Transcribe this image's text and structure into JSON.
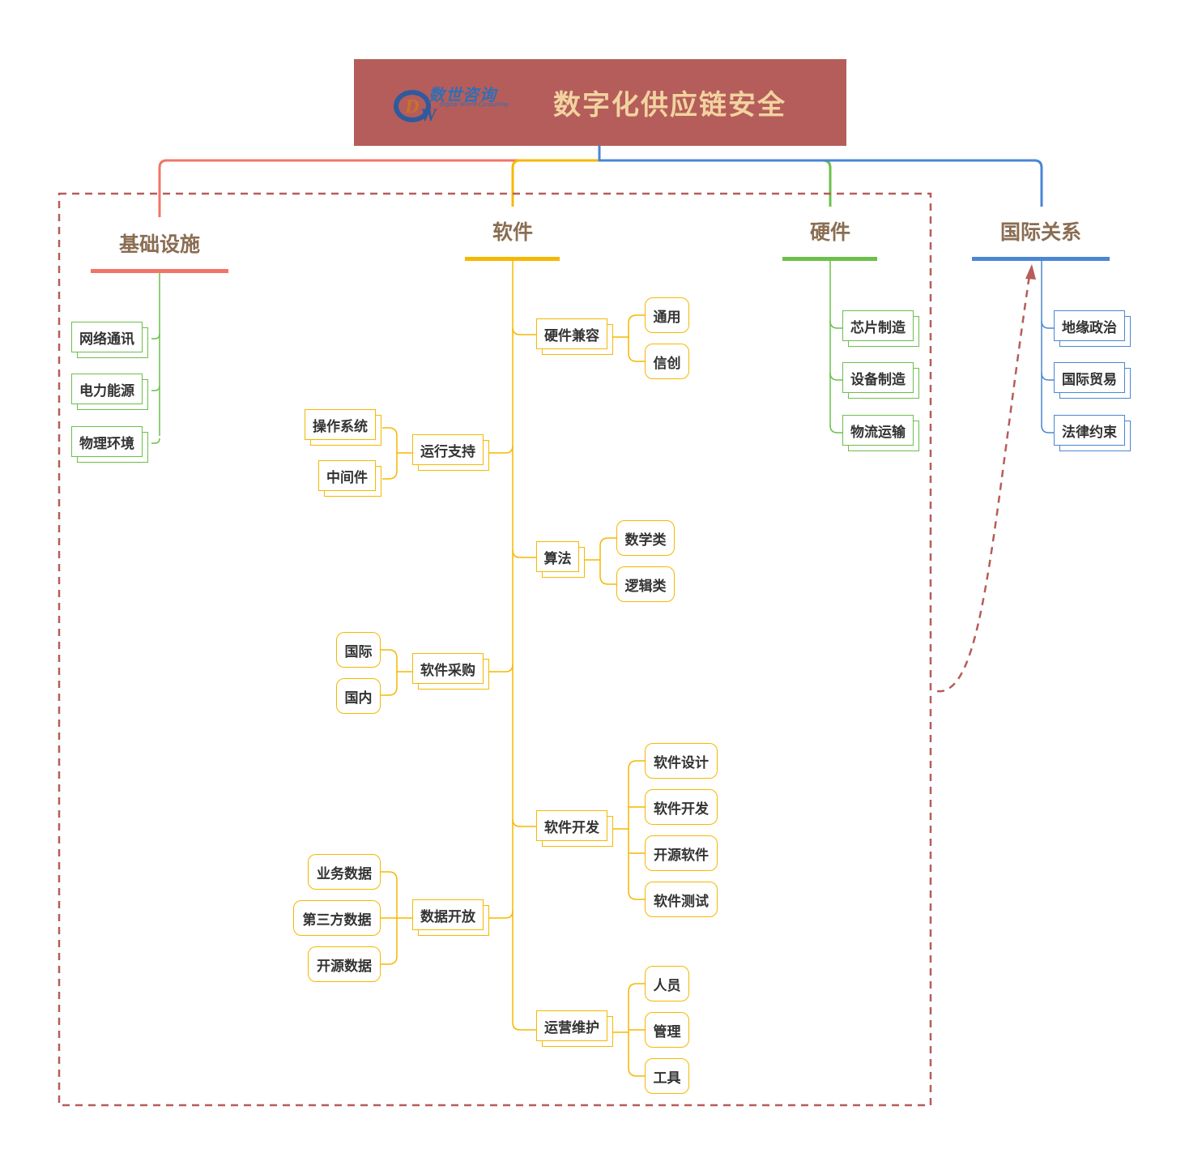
{
  "root": {
    "title": "数字化供应链安全"
  },
  "logo": {
    "name_cn": "数世咨询",
    "name_en": "Digital World Consulting"
  },
  "colors": {
    "root_bg": "#b55d5a",
    "root_text": "#f2d3a0",
    "infra": "#f07567",
    "software": "#f5b800",
    "hardware": "#6cbf4b",
    "intl": "#4a86d4",
    "dashed": "#b55d5a",
    "branch_title": "#8a6d52"
  },
  "branches": {
    "infra": {
      "title": "基础设施",
      "items": [
        "网络通讯",
        "电力能源",
        "物理环境"
      ]
    },
    "software": {
      "title": "软件",
      "right_groups": [
        {
          "label": "硬件兼容",
          "children": [
            "通用",
            "信创"
          ]
        },
        {
          "label": "算法",
          "children": [
            "数学类",
            "逻辑类"
          ]
        },
        {
          "label": "软件开发",
          "children": [
            "软件设计",
            "软件开发",
            "开源软件",
            "软件测试"
          ]
        },
        {
          "label": "运营维护",
          "children": [
            "人员",
            "管理",
            "工具"
          ]
        }
      ],
      "left_groups": [
        {
          "label": "运行支持",
          "children": [
            "操作系统",
            "中间件"
          ]
        },
        {
          "label": "软件采购",
          "children": [
            "国际",
            "国内"
          ]
        },
        {
          "label": "数据开放",
          "children": [
            "业务数据",
            "第三方数据",
            "开源数据"
          ]
        }
      ]
    },
    "hardware": {
      "title": "硬件",
      "items": [
        "芯片制造",
        "设备制造",
        "物流运输"
      ]
    },
    "intl": {
      "title": "国际关系",
      "items": [
        "地缘政治",
        "国际贸易",
        "法律约束"
      ]
    }
  }
}
